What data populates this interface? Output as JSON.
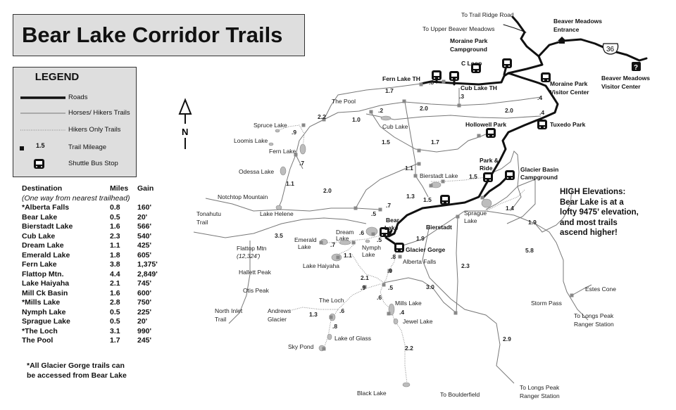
{
  "title": "Bear Lake Corridor Trails",
  "legend": {
    "title": "LEGEND",
    "items": [
      {
        "symbol": "road-line",
        "label": "Roads"
      },
      {
        "symbol": "horse-hiker-trail-line",
        "label": "Horses/ Hikers Trails"
      },
      {
        "symbol": "hiker-trail-dotted-line",
        "label": "Hikers Only Trails"
      },
      {
        "symbol": "mileage-marker",
        "value": "1.5",
        "label": "Trail Mileage"
      },
      {
        "symbol": "bus-icon",
        "label": "Shuttle Bus Stop"
      }
    ]
  },
  "destinations": {
    "headers": [
      "Destination",
      "Miles",
      "Gain"
    ],
    "subtitle": "(One way from nearest trailhead)",
    "rows": [
      [
        "*Alberta Falls",
        "0.8",
        "160'"
      ],
      [
        "Bear Lake",
        "0.5",
        "20'"
      ],
      [
        "Bierstadt Lake",
        "1.6",
        "566'"
      ],
      [
        "Cub Lake",
        "2.3",
        "540'"
      ],
      [
        "Dream Lake",
        "1.1",
        "425'"
      ],
      [
        "Emerald Lake",
        "1.8",
        "605'"
      ],
      [
        "Fern Lake",
        "3.8",
        "1,375'"
      ],
      [
        "Flattop Mtn.",
        "4.4",
        "2,849'"
      ],
      [
        "Lake Haiyaha",
        "2.1",
        "745'"
      ],
      [
        "Mill Ck Basin",
        "1.6",
        "600'"
      ],
      [
        "*Mills Lake",
        "2.8",
        "750'"
      ],
      [
        "Nymph Lake",
        "0.5",
        "225'"
      ],
      [
        "Sprague Lake",
        "0.5",
        "20'"
      ],
      [
        "*The Loch",
        "3.1",
        "990'"
      ],
      [
        "The Pool",
        "1.7",
        "245'"
      ]
    ],
    "note_line1": "*All Glacier Gorge trails can",
    "note_line2": "be accessed from Bear Lake"
  },
  "callout": {
    "line1": "HIGH Elevations:",
    "line2": "Bear Lake is at a",
    "line3": "lofty 9475’ elevation,",
    "line4": "and most trails",
    "line5": "ascend higher!"
  },
  "north_label": "N",
  "highway_shield": "36",
  "colors": {
    "road": "#111111",
    "trail": "#777777",
    "lake": "#bdbdbd",
    "panel": "#dedede",
    "marker": "#888888"
  },
  "map": {
    "labels": {
      "trail_ridge": "To Trail Ridge Road",
      "upper_beaver": "To Upper Beaver Meadows",
      "entrance1": "Beaver Meadows",
      "entrance2": "Entrance",
      "mpc1": "Moraine Park",
      "mpc2": "Campground",
      "cloop": "C Loop",
      "fernth": "Fern Lake TH",
      "cubth": "Cub Lake TH",
      "mpvc1": "Moraine Park",
      "mpvc2": "Visitor Center",
      "bmvc1": "Beaver Meadows",
      "bmvc2": "Visitor Center",
      "tuxedo": "Tuxedo Park",
      "hollowell": "Hollowell Park",
      "pool": "The Pool",
      "cublake": "Cub Lake",
      "spruce": "Spruce Lake",
      "loomis": "Loomis Lake",
      "fernlake": "Fern Lake",
      "odessa": "Odessa Lake",
      "notchtop": "Notchtop Mountain",
      "helene": "Lake Helene",
      "tonahutu1": "Tonahutu",
      "tonahutu2": "Trail",
      "bierlake": "Bierstadt Lake",
      "pr1": "Park &",
      "pr2": "Ride",
      "gb1": "Glacier Basin",
      "gb2": "Campground",
      "sprague1": "Sprague",
      "sprague2": "Lake",
      "bierstadt": "Bierstadt",
      "bear1": "Bear",
      "bear2": "Lake",
      "gorge": "Glacier Gorge",
      "emerald1": "Emerald",
      "emerald2": "Lake",
      "dream1": "Dream",
      "dream2": "Lake",
      "nymph1": "Nymph",
      "nymph2": "Lake",
      "flattop": "Flattop Mtn",
      "flattop_el": "(12,324')",
      "hallett": "Hallett Peak",
      "haiyaha": "Lake Haiyaha",
      "alberta": "Alberta Falls",
      "otis": "Otis Peak",
      "loch": "The Loch",
      "mills": "Mills Lake",
      "jewel": "Jewel Lake",
      "ni1": "North Inlet",
      "ni2": "Trail",
      "andrews1": "Andrews",
      "andrews2": "Glacier",
      "glass": "Lake of Glass",
      "sky": "Sky Pond",
      "black": "Black Lake",
      "boulder": "To Boulderfield",
      "lp1a": "To Longs Peak",
      "lp1b": "Ranger Station",
      "storm": "Storm Pass",
      "estes": "Estes Cone",
      "lp2a": "To Longs Peak",
      "lp2b": "Ranger Station"
    },
    "mileages": [
      ".8",
      ".3",
      "1.7",
      "2.0",
      "2.0",
      ".4",
      ".4",
      ".2",
      "1.0",
      "2.2",
      ".9",
      ".7",
      "1.5",
      "1.7",
      "1.1",
      "2.0",
      "1.1",
      "1.5",
      "1.3",
      "1.5",
      ".7",
      ".5",
      "3.5",
      ".6",
      ".5",
      ".7",
      "1.1",
      "1.9",
      ".8",
      ".9",
      "2.1",
      "2.3",
      "3.0",
      ".9",
      ".5",
      ".6",
      ".4",
      ".6",
      "1.3",
      ".8",
      "2.2",
      "2.9",
      "1.4",
      "1.9",
      "5.8"
    ],
    "bus_stops": [
      "Fern Lake TH",
      "Cub Lake TH",
      "C Loop",
      "Moraine Park Campground",
      "Moraine Park Visitor Center",
      "Tuxedo Park",
      "Hollowell Park",
      "Park & Ride",
      "Glacier Basin Campground",
      "Bierstadt",
      "Bear Lake",
      "Glacier Gorge"
    ]
  }
}
